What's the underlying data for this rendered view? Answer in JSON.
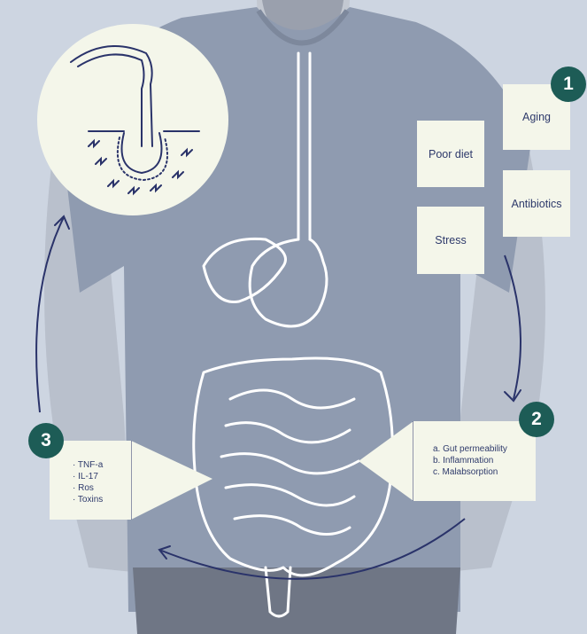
{
  "colors": {
    "background": "#cdd5e1",
    "shirt": "#8f9bb0",
    "skin": "#b8bfcb",
    "card": "#f4f6ea",
    "accent": "#1d5c56",
    "text": "#2e3a6b",
    "line": "#2a336a",
    "gut_outline": "#ffffff"
  },
  "icons": {
    "hair_follicle": "hair-follicle-icon",
    "cycle_arrows": "curved-arrow-icon"
  },
  "steps": {
    "one": {
      "badge": "1",
      "factors": [
        "Aging",
        "Poor diet",
        "Antibiotics",
        "Stress"
      ]
    },
    "two": {
      "badge": "2",
      "items": [
        "a.  Gut permeability",
        "b.  Inflammation",
        "c.  Malabsorption"
      ]
    },
    "three": {
      "badge": "3",
      "items": [
        "· TNF-a",
        "· IL-17",
        "· Ros",
        "· Toxins"
      ]
    }
  }
}
